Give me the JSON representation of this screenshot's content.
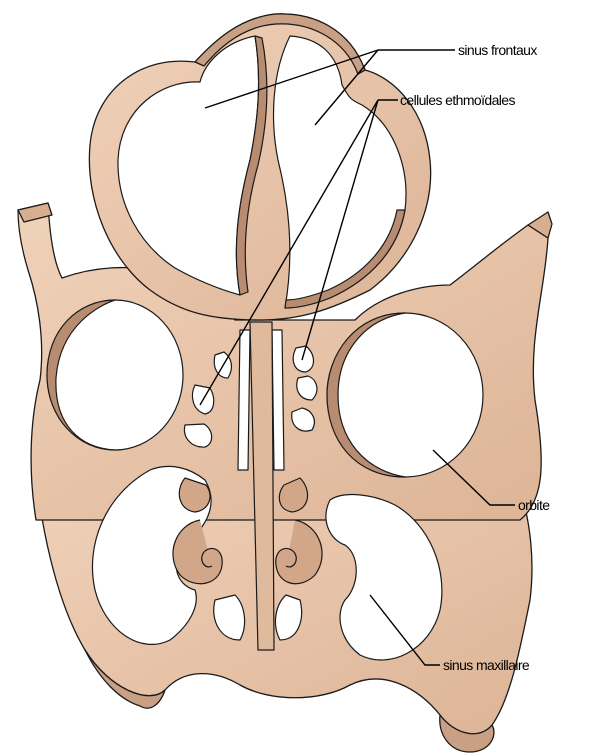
{
  "diagram": {
    "labels": {
      "sinus_frontaux": "sinus frontaux",
      "cellules_ethmoidales": "cellules ethmoïdales",
      "orbite": "orbite",
      "sinus_maxillaire": "sinus maxillaire"
    },
    "colors": {
      "bone_fill": "#E8C4A8",
      "bone_shade": "#B88C70",
      "bone_dark": "#8E6650",
      "outline": "#1A1A1A",
      "cavity": "#FFFFFF",
      "leader_line": "#000000",
      "text": "#000000"
    }
  }
}
